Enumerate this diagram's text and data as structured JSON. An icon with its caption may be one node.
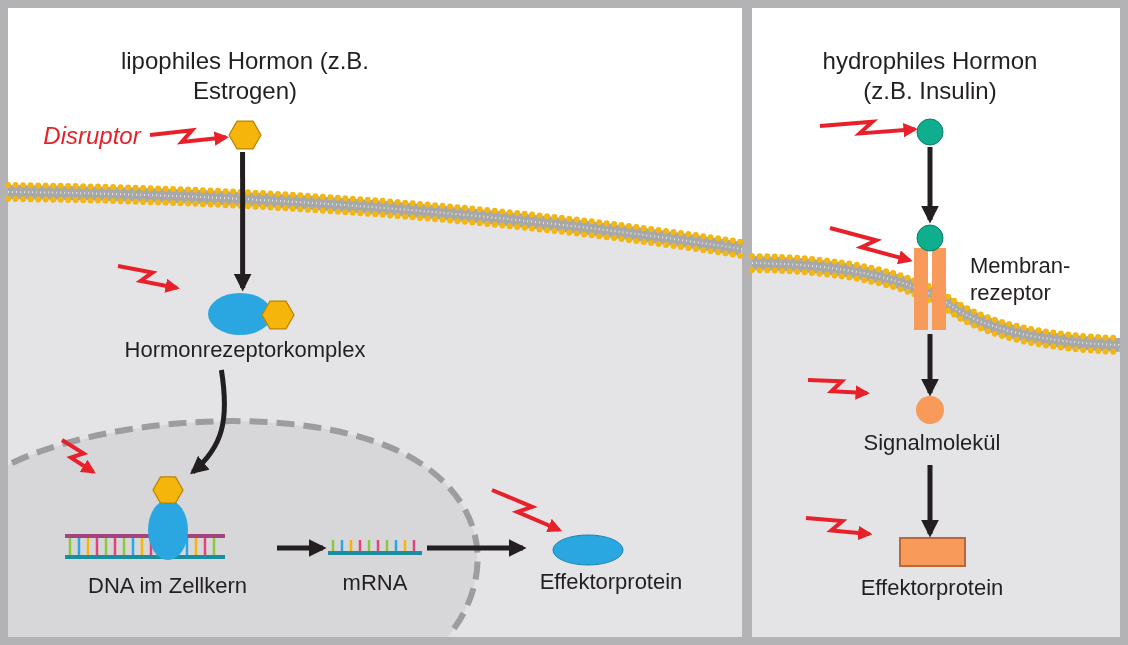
{
  "diagram": {
    "nodes": [
      {
        "text": [
          "Disruptor"
        ]
      },
      {
        "text": [],
        "shape": "hexagon"
      },
      {
        "text": [
          "Hormonrezeptorkomplex"
        ]
      },
      {
        "text": [
          "DNA im Zellkern"
        ]
      },
      {
        "text": [
          "mRNA"
        ]
      },
      {
        "text": [
          "Effektorprotein"
        ]
      },
      {
        "text": [],
        "shape": "circle"
      },
      {
        "text": [
          "Membran- rezeptor"
        ]
      },
      {
        "text": [
          "Signalmolekül"
        ]
      },
      {
        "text": [
          "Effektorprotein"
        ]
      }
    ],
    "edges": [
      {
        "from": 0,
        "to": 1,
        "arrow": "to"
      },
      {
        "from": 1,
        "to": 2,
        "arrow": "to",
        "color": "#231f20"
      },
      {
        "from": null,
        "to": 2,
        "arrow": "to"
      },
      {
        "from": 2,
        "to": 3,
        "arrow": "to",
        "color": "#231f20"
      },
      {
        "from": null,
        "to": 3,
        "arrow": "to"
      },
      {
        "from": 3,
        "to": 4,
        "arrow": "to",
        "color": "#231f20"
      },
      {
        "from": 4,
        "to": 5,
        "arrow": "to",
        "color": "#231f20"
      },
      {
        "from": null,
        "to": 5,
        "arrow": "to"
      },
      {
        "from": null,
        "to": 6,
        "arrow": "to"
      },
      {
        "from": 6,
        "to": 7,
        "arrow": "to",
        "color": "#231f20"
      },
      {
        "from": null,
        "to": 7,
        "arrow": "to"
      },
      {
        "from": 7,
        "to": 8,
        "arrow": "to",
        "color": "#231f20"
      },
      {
        "from": null,
        "to": 8,
        "arrow": "to"
      },
      {
        "from": 8,
        "to": 9,
        "arrow": "to",
        "color": "#231f20"
      },
      {
        "from": null,
        "to": 9,
        "arrow": "to"
      }
    ],
    "labels": [
      "lipophiles Hormon (z.B. Estrogen)",
      "hydrophiles Hormon (z.B. Insulin)"
    ]
  }
}
